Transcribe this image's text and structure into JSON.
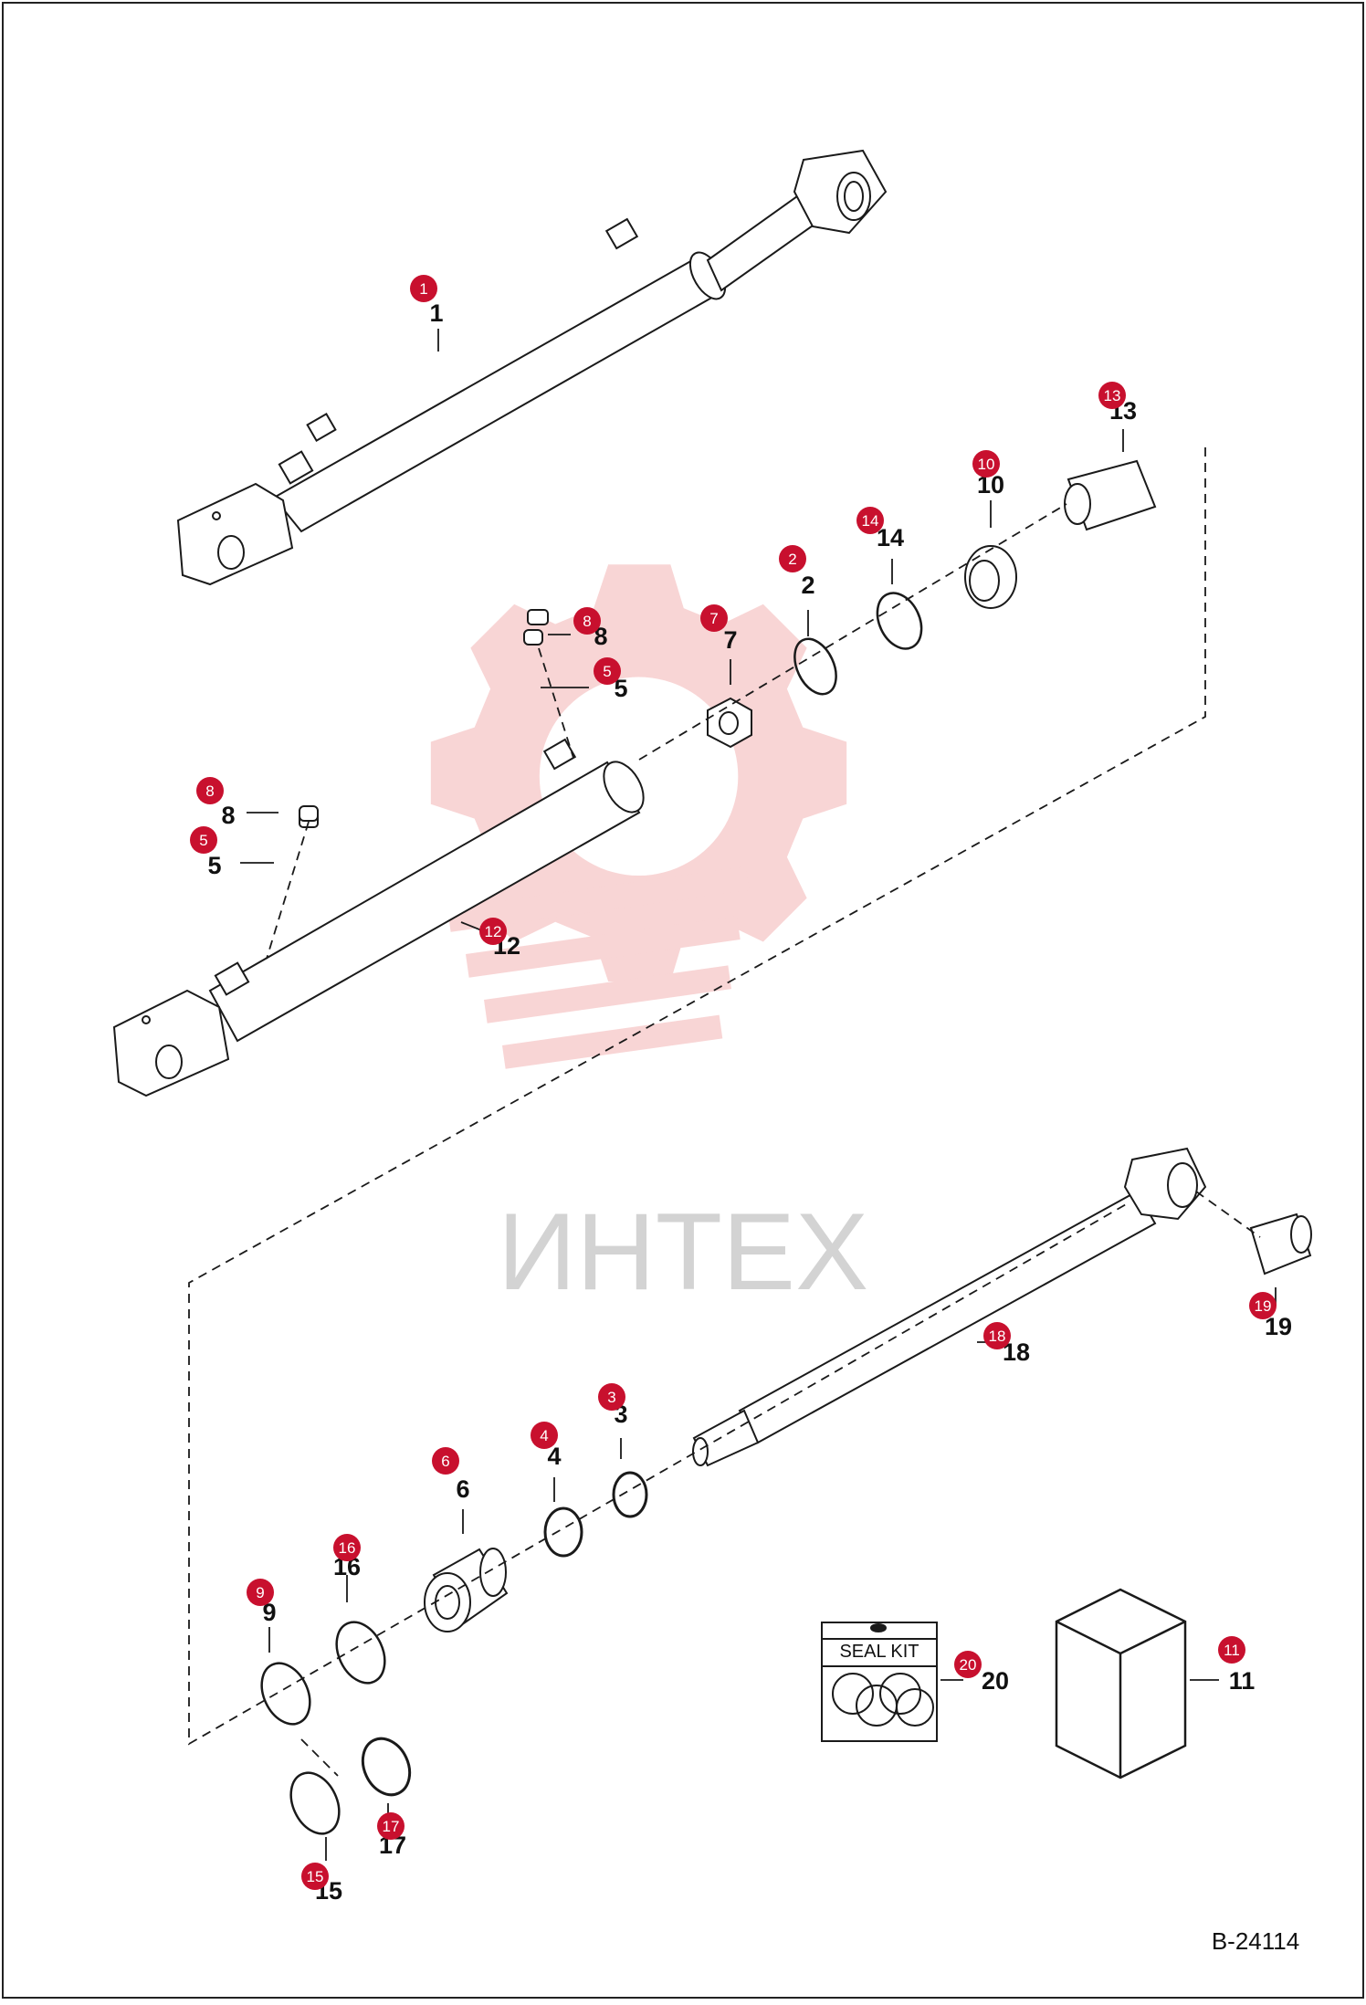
{
  "colors": {
    "frame": "#222222",
    "line": "#1a1a1a",
    "badge": "#c8102e",
    "badge_text": "#ffffff",
    "watermark": "#f4b3b3",
    "watermark_text": "#c9c9c9"
  },
  "watermark": {
    "brand": "ИНТЕХ",
    "icon": "gear-wrench-logo"
  },
  "drawing_number": "B-24114",
  "seal_kit": {
    "label": "SEAL KIT"
  },
  "callouts": [
    {
      "id": "c1",
      "label": "1",
      "badge": "1"
    },
    {
      "id": "c13",
      "label": "13",
      "badge": "13"
    },
    {
      "id": "c10",
      "label": "10",
      "badge": "10"
    },
    {
      "id": "c14",
      "label": "14",
      "badge": "14"
    },
    {
      "id": "c2",
      "label": "2",
      "badge": "2"
    },
    {
      "id": "c7",
      "label": "7",
      "badge": "7"
    },
    {
      "id": "c8a",
      "label": "8",
      "badge": "8"
    },
    {
      "id": "c5a",
      "label": "5",
      "badge": "5"
    },
    {
      "id": "c8b",
      "label": "8",
      "badge": "8"
    },
    {
      "id": "c5b",
      "label": "5",
      "badge": "5"
    },
    {
      "id": "c12",
      "label": "12",
      "badge": "12"
    },
    {
      "id": "c19",
      "label": "19",
      "badge": "19"
    },
    {
      "id": "c18",
      "label": "18",
      "badge": "18"
    },
    {
      "id": "c3",
      "label": "3",
      "badge": "3"
    },
    {
      "id": "c4",
      "label": "4",
      "badge": "4"
    },
    {
      "id": "c6",
      "label": "6",
      "badge": "6"
    },
    {
      "id": "c16",
      "label": "16",
      "badge": "16"
    },
    {
      "id": "c9",
      "label": "9",
      "badge": "9"
    },
    {
      "id": "c20",
      "label": "20",
      "badge": "20"
    },
    {
      "id": "c11",
      "label": "11",
      "badge": "11"
    },
    {
      "id": "c17",
      "label": "17",
      "badge": "17"
    },
    {
      "id": "c15",
      "label": "15",
      "badge": "15"
    }
  ]
}
